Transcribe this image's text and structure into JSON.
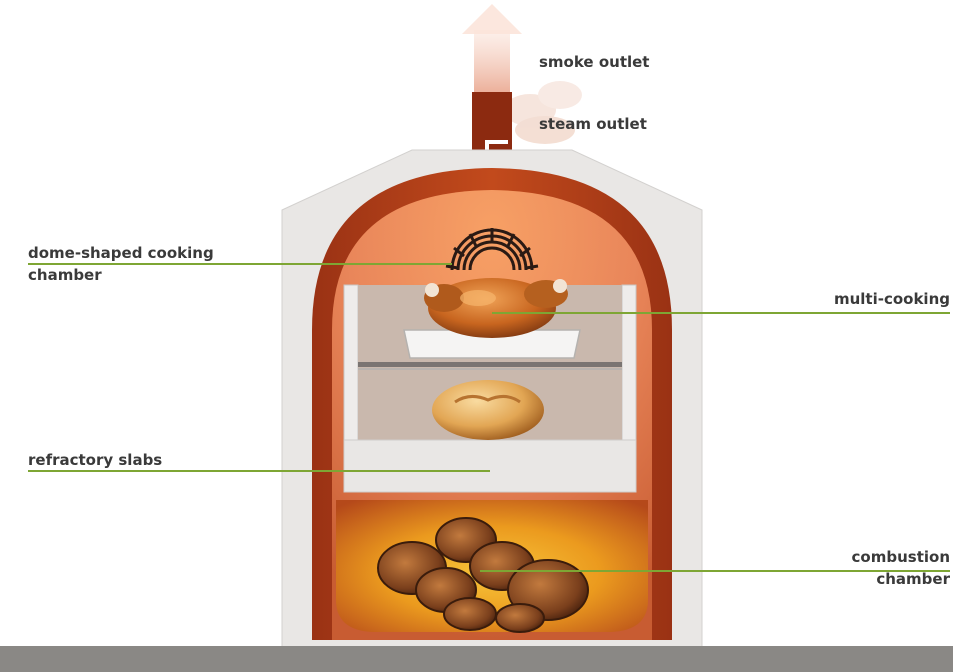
{
  "labels": {
    "smoke_outlet": "smoke outlet",
    "steam_outlet": "steam outlet",
    "dome_chamber_line1": "dome-shaped cooking",
    "dome_chamber_line2": "chamber",
    "multi_cooking": "multi-cooking",
    "refractory_slabs": "refractory slabs",
    "combustion_line1": "combustion",
    "combustion_line2": "chamber"
  },
  "colors": {
    "leader_line": "#7ea634",
    "label_text": "#3a3a3a",
    "oven_shell": "#e9e7e5",
    "inner_wall": "#8e2a12",
    "chamber_glow": "#f08c4c",
    "fire": "#f1a21e",
    "ground": "#8a8885"
  },
  "icons": {
    "smoke": "smoke-arrow-icon",
    "thermometer": "temperature-dial-icon",
    "food_top": "roast-chicken-icon",
    "food_bottom": "bread-loaf-icon",
    "fuel": "firewood-logs-icon"
  }
}
